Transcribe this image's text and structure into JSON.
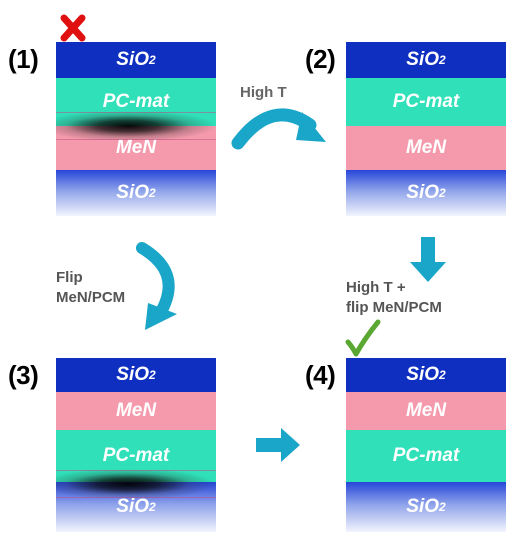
{
  "panels": [
    {
      "label": "(1)",
      "layers": [
        {
          "text": "SiO",
          "sub": "2",
          "kind": "sio2-top"
        },
        {
          "text": "PC-mat",
          "sub": "",
          "kind": "pcm"
        },
        {
          "text": "MeN",
          "sub": "",
          "kind": "men"
        },
        {
          "text": "SiO",
          "sub": "2",
          "kind": "sio2-bot"
        }
      ],
      "status": "fail"
    },
    {
      "label": "(2)",
      "layers": [
        {
          "text": "SiO",
          "sub": "2",
          "kind": "sio2-top"
        },
        {
          "text": "PC-mat",
          "sub": "",
          "kind": "pcm"
        },
        {
          "text": "MeN",
          "sub": "",
          "kind": "men"
        },
        {
          "text": "SiO",
          "sub": "2",
          "kind": "sio2-bot"
        }
      ]
    },
    {
      "label": "(3)",
      "layers": [
        {
          "text": "SiO",
          "sub": "2",
          "kind": "sio2-top"
        },
        {
          "text": "MeN",
          "sub": "",
          "kind": "men"
        },
        {
          "text": "PC-mat",
          "sub": "",
          "kind": "pcm"
        },
        {
          "text": "SiO",
          "sub": "2",
          "kind": "sio2-bot"
        }
      ]
    },
    {
      "label": "(4)",
      "layers": [
        {
          "text": "SiO",
          "sub": "2",
          "kind": "sio2-top"
        },
        {
          "text": "MeN",
          "sub": "",
          "kind": "men"
        },
        {
          "text": "PC-mat",
          "sub": "",
          "kind": "pcm"
        },
        {
          "text": "SiO",
          "sub": "2",
          "kind": "sio2-bot"
        }
      ],
      "status": "pass"
    }
  ],
  "arrows": {
    "high_t": "High T",
    "flip_line1": "Flip",
    "flip_line2": "MeN/PCM",
    "combo_line1": "High T +",
    "combo_line2": "flip MeN/PCM"
  },
  "colors": {
    "sio2": "#0f2fc0",
    "pc_mat": "#2fe0b8",
    "men": "#f49aac",
    "arrow": "#1aa6c8",
    "fail_mark": "#e01010",
    "pass_mark": "#5aa832"
  },
  "icons": {
    "fail": "red-x-icon",
    "pass": "green-check-icon"
  }
}
